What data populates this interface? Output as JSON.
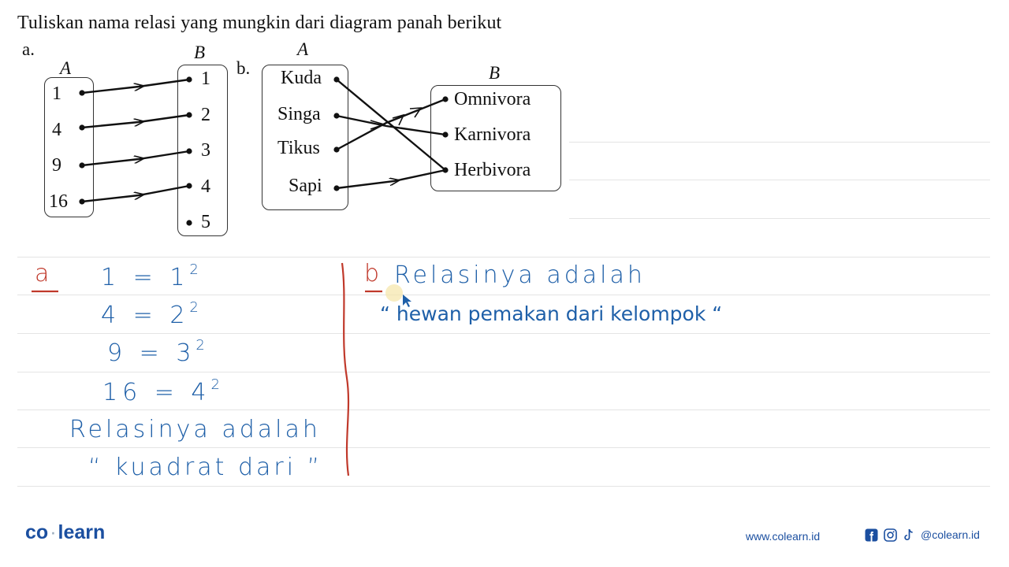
{
  "question": "Tuliskan nama relasi yang mungkin dari diagram panah berikut",
  "part_a": {
    "label": "a.",
    "set_a_name": "A",
    "set_b_name": "B",
    "set_a": [
      "1",
      "4",
      "9",
      "16"
    ],
    "set_b": [
      "1",
      "2",
      "3",
      "4",
      "5"
    ]
  },
  "part_b": {
    "label": "b.",
    "set_a_name": "A",
    "set_b_name": "B",
    "set_a": [
      "Kuda",
      "Singa",
      "Tikus",
      "Sapi"
    ],
    "set_b": [
      "Omnivora",
      "Karnivora",
      "Herbivora"
    ]
  },
  "handwriting": {
    "a_marker": "a",
    "a_lines": [
      {
        "lhs": "1",
        "eq": "=",
        "base": "1",
        "exp": "2"
      },
      {
        "lhs": "4",
        "eq": "=",
        "base": "2",
        "exp": "2"
      },
      {
        "lhs": "9",
        "eq": "=",
        "base": "3",
        "exp": "2"
      },
      {
        "lhs": "16",
        "eq": "=",
        "base": "4",
        "exp": "2"
      }
    ],
    "a_relation_intro": "Relasinya adalah",
    "a_relation_name": "“ kuadrat dari ”",
    "b_marker": "b",
    "b_relation_intro": "Relasinya adalah",
    "b_relation_name": "“ hewan pemakan dari kelompok “"
  },
  "footer": {
    "logo_left": "co",
    "logo_right": "learn",
    "url": "www.colearn.id",
    "handle": "@colearn.id",
    "icons": [
      "facebook-icon",
      "instagram-icon",
      "tiktok-icon"
    ]
  },
  "colors": {
    "ink": "#1e5fa8",
    "divider": "#c0392b",
    "underline": "#c0392b",
    "brand": "#1b4fa0"
  }
}
